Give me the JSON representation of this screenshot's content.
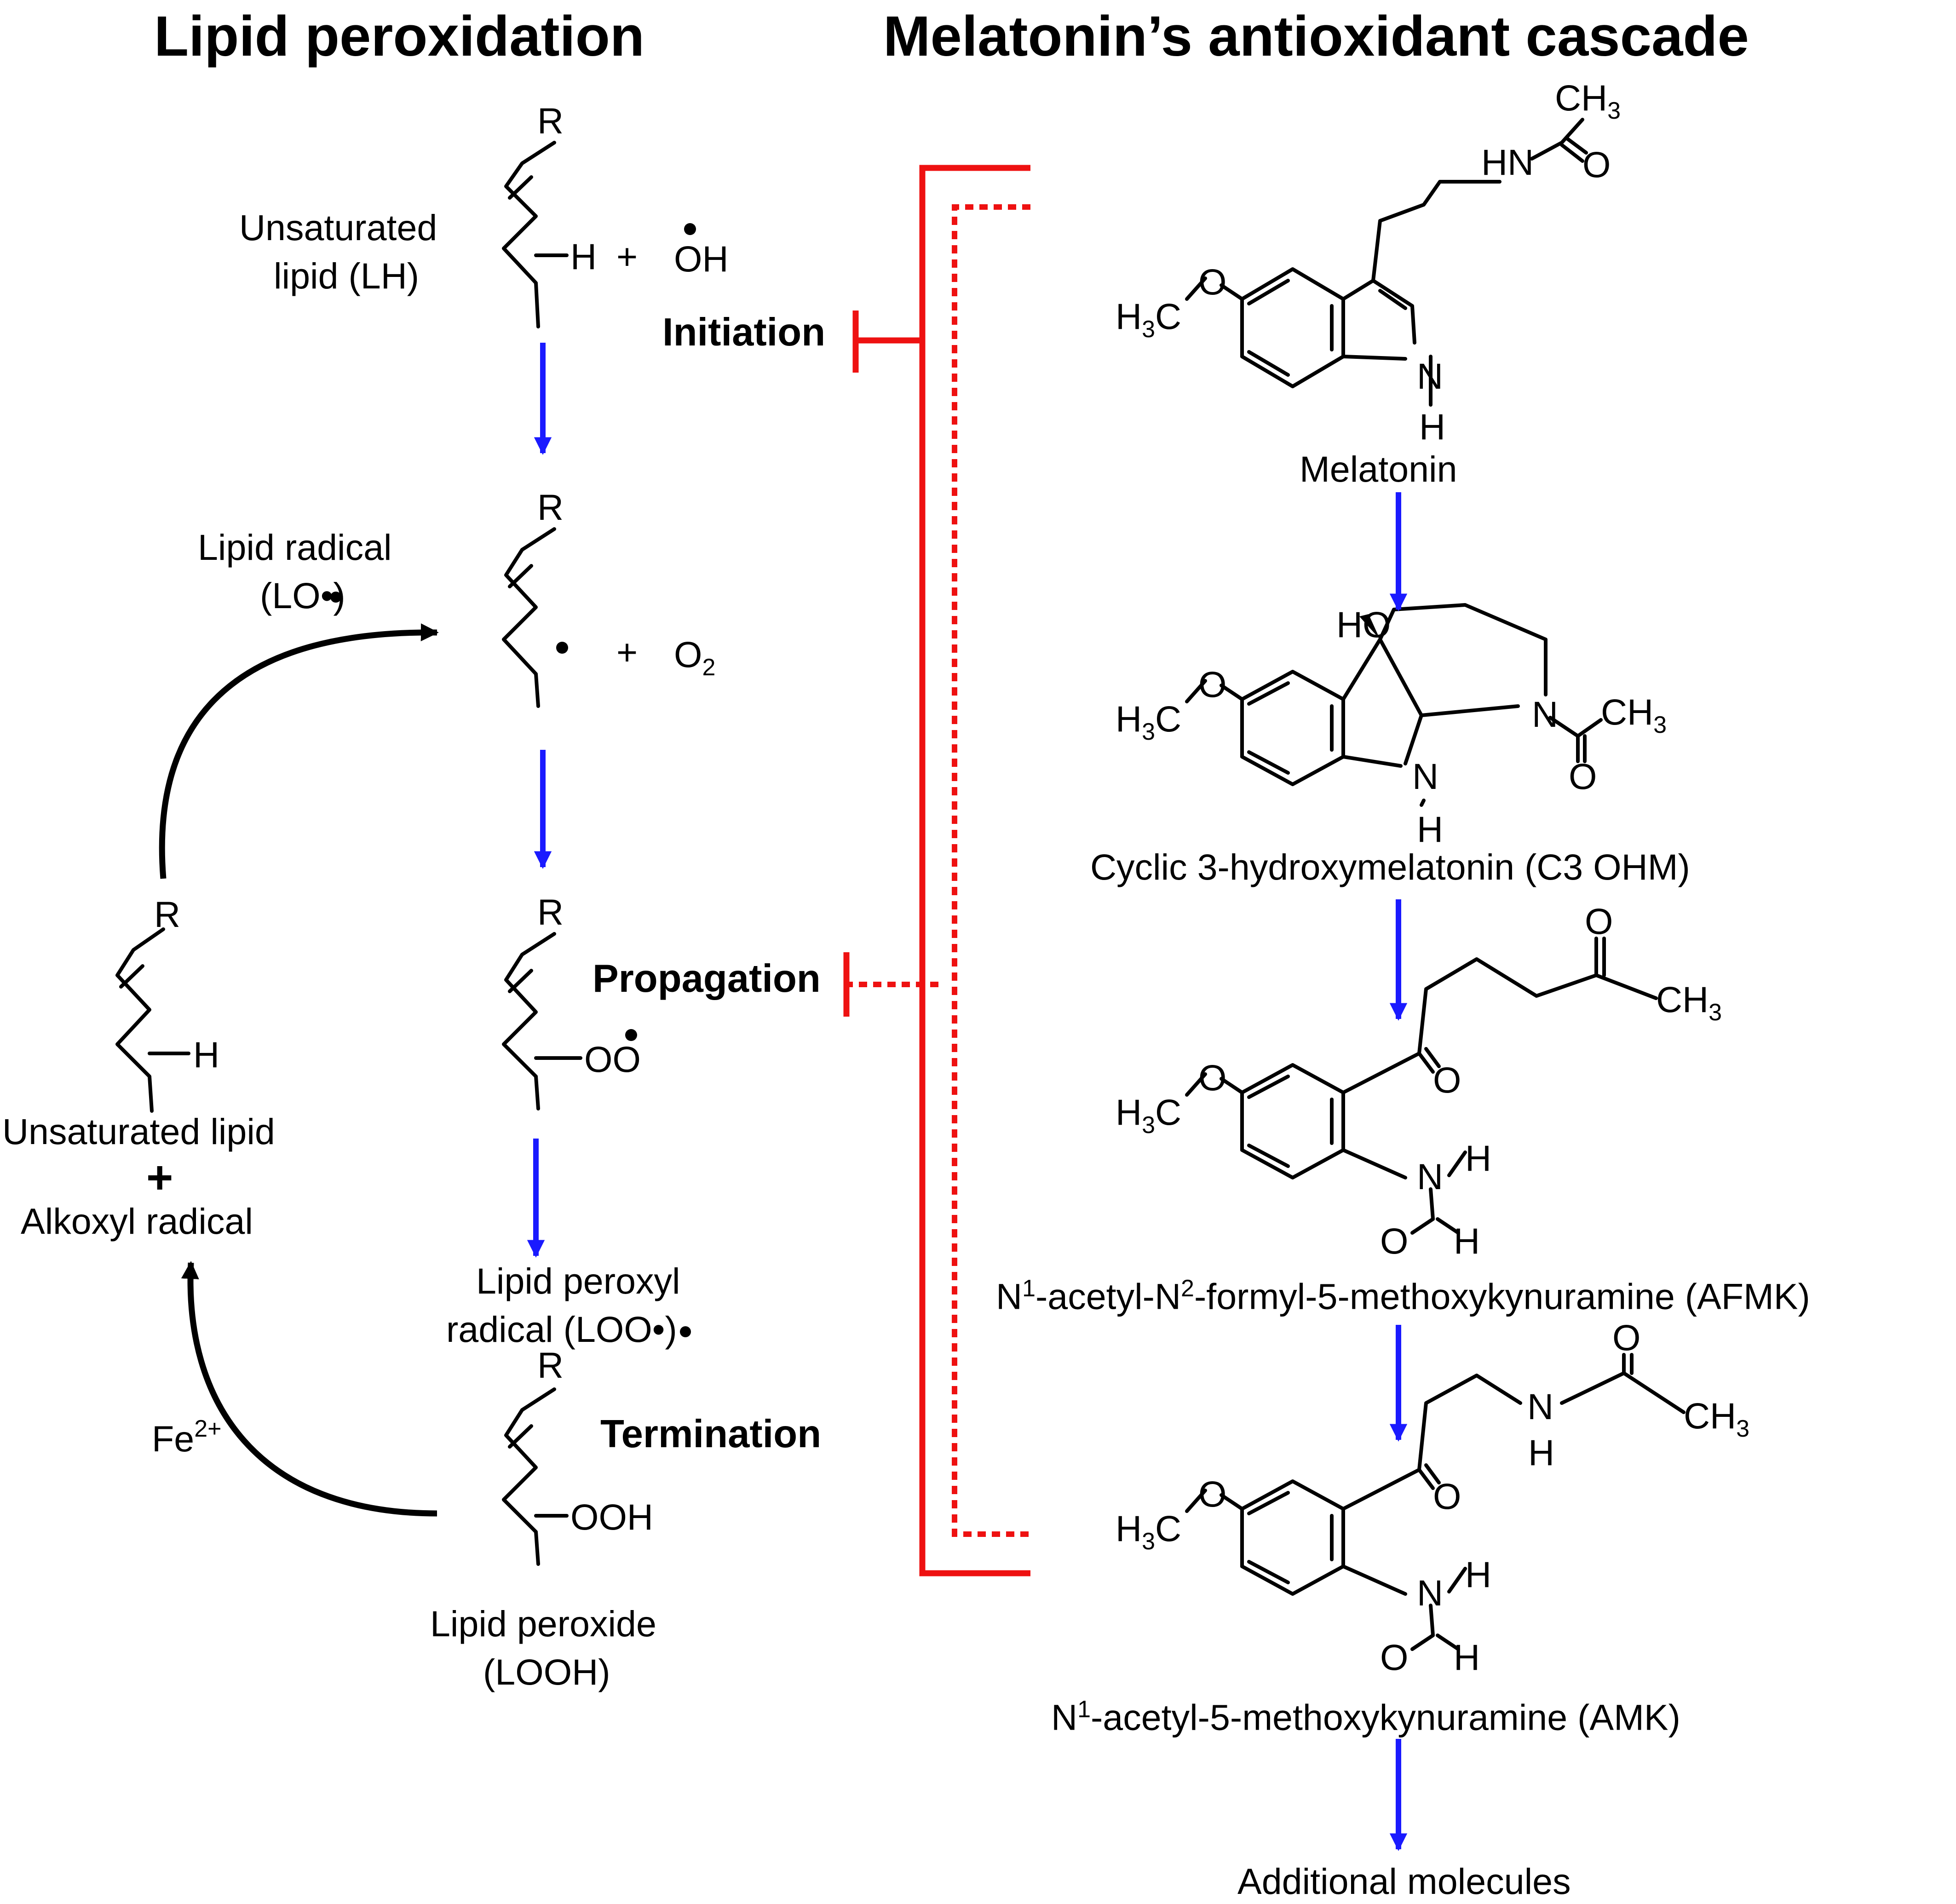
{
  "titles": {
    "left": "Lipid peroxidation",
    "right": "Melatonin’s antioxidant cascade"
  },
  "lipid": {
    "lh_label_1": "Unsaturated",
    "lh_label_2": "lipid (LH)",
    "hydroxyl_radical": "OH",
    "plus": "+",
    "radical_label_1": "Lipid radical",
    "radical_label_2": "(LO•)",
    "oxygen": "O",
    "oxygen_sub": "2",
    "peroxyl_label_1": "Lipid peroxyl",
    "peroxyl_label_2": "radical (LOO•)",
    "peroxide_label_1": "Lipid peroxide",
    "peroxide_label_2": "(LOOH)",
    "cycle_label_1": "Unsaturated lipid",
    "cycle_plus": "+",
    "cycle_label_2": "Alkoxyl radical",
    "iron": "Fe",
    "iron_charge": "2+",
    "R": "R",
    "H": "H",
    "OO": "OO",
    "OOH": "OOH"
  },
  "steps": {
    "initiation": "Initiation",
    "propagation": "Propagation",
    "termination": "Termination"
  },
  "cascade": {
    "melatonin": "Melatonin",
    "c3ohm": "Cyclic 3-hydroxymelatonin (C3 OHM)",
    "afmk_prefix": "N",
    "afmk_sup1": "1",
    "afmk_mid": "-acetyl-N",
    "afmk_sup2": "2",
    "afmk_rest": "-formyl-5-methoxykynuramine (AFMK)",
    "amk_prefix": "N",
    "amk_sup1": "1",
    "amk_rest": "-acetyl-5-methoxykynuramine (AMK)",
    "additional": "Additional molecules"
  },
  "atoms": {
    "H3C": "H",
    "H3C_sub": "3",
    "C": "C",
    "O": "O",
    "N": "N",
    "H": "H",
    "HN": "HN",
    "HO": "HO",
    "CH3": "CH",
    "CH3_sub": "3"
  },
  "colors": {
    "reaction_arrow": "#1a1aff",
    "inhibition": "#ee1111",
    "structure": "#000000"
  }
}
